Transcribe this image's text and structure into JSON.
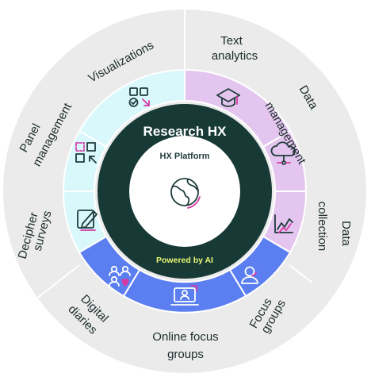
{
  "hub": {
    "title": "Research HX",
    "platform": "HX Platform",
    "powered_by": "Powered by AI"
  },
  "outer_labels": {
    "visualizations": "Visualizations",
    "text_analytics_1": "Text",
    "text_analytics_2": "analytics",
    "data_management_1": "Data",
    "data_management_2": "management",
    "data_collection_1": "Data",
    "data_collection_2": "collection",
    "focus_groups_1": "Focus",
    "focus_groups_2": "groups",
    "online_focus_groups_1": "Online focus",
    "online_focus_groups_2": "groups",
    "digital_diaries_1": "Digital",
    "digital_diaries_2": "diaries",
    "decipher_surveys_1": "Decipher",
    "decipher_surveys_2": "surveys",
    "panel_management_1": "Panel",
    "panel_management_2": "management"
  },
  "colors": {
    "outer_ring": "#ebebeb",
    "dark_hub": "#183a37",
    "cyan_group": "#d9f8fb",
    "purple_group": "#e3c5ef",
    "blue_group": "#5b7ff0",
    "accent": "#d63aa5",
    "accent_yellow": "#e8f56f"
  },
  "icons": {
    "visualizations": "dashboard-check-icon",
    "panel_management": "panel-grid-icon",
    "decipher_surveys": "survey-edit-icon",
    "digital_diaries": "people-heart-icon",
    "online_focus_groups": "laptop-video-icon",
    "focus_groups": "person-icon",
    "data_collection": "line-chart-icon",
    "data_management": "cloud-data-icon",
    "text_analytics": "graduation-cap-icon",
    "hub": "globe-icon"
  }
}
